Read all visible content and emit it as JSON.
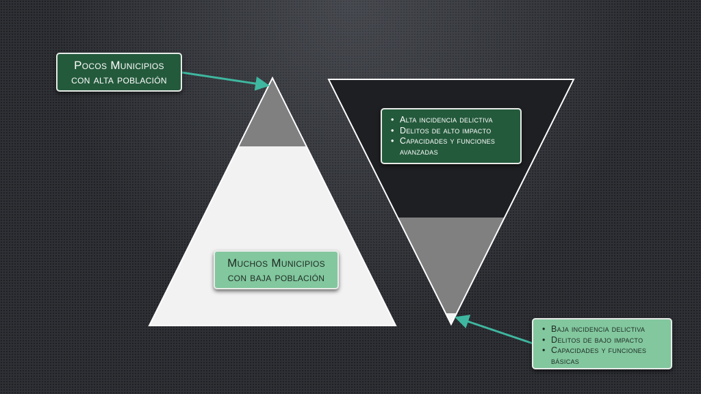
{
  "top_label": {
    "line1": "Pocos Municipios",
    "line2": "con alta población"
  },
  "bottom_label": {
    "line1": "Muchos Municipios",
    "line2": "con baja población"
  },
  "high_box": {
    "items": [
      "Alta incidencia delictiva",
      "Delitos de alto impacto",
      "Capacidades y funciones avanzadas"
    ]
  },
  "low_box": {
    "items": [
      "Baja incidencia delictiva",
      "Delitos de bajo impacto",
      "Capacidades y funciones básicas"
    ]
  },
  "colors": {
    "box_dark": "#245a3c",
    "box_light": "#82c79e",
    "arrow": "#3fb7a0",
    "pyramid_top": "#808080",
    "pyramid_base": "#f2f2f2",
    "funnel_top": "#1e1f22",
    "funnel_bottom": "#808080"
  }
}
